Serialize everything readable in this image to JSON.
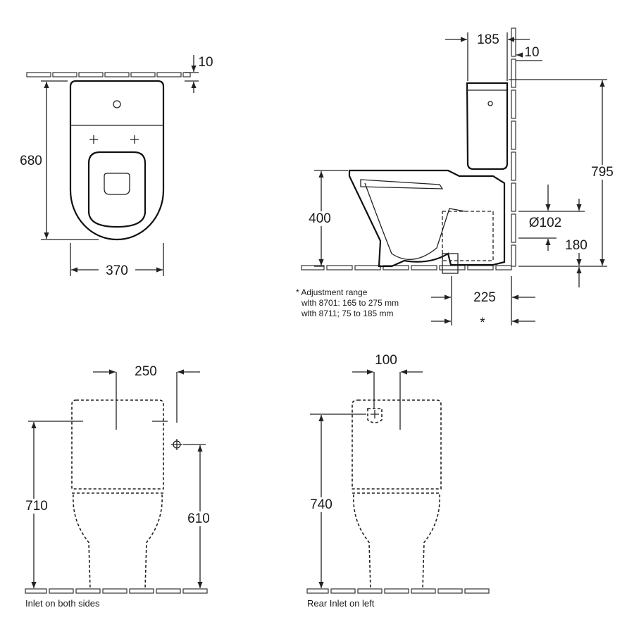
{
  "top_view": {
    "dim_width": "370",
    "dim_depth": "680",
    "dim_gap": "10"
  },
  "side_view": {
    "dim_cistern": "185",
    "dim_gap": "10",
    "dim_height": "795",
    "dim_seat": "400",
    "dim_outlet_dia": "Ø102",
    "dim_outlet_height": "180",
    "dim_distance": "225",
    "asterisk": "*",
    "note_title": "* Adjustment range",
    "note_line1": "wlth 8701: 165 to 275 mm",
    "note_line2": "wlth 8711;   75 to 185 mm"
  },
  "front_view_left": {
    "dim_inlet_spacing": "250",
    "dim_total": "710",
    "dim_inlet_height": "610",
    "caption": "Inlet on both sides"
  },
  "front_view_right": {
    "dim_inlet_offset": "100",
    "dim_total": "740",
    "caption": "Rear Inlet on left"
  }
}
